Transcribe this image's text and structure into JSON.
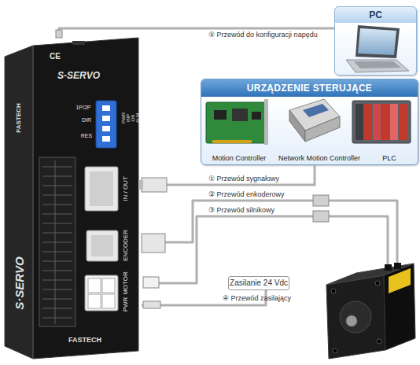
{
  "diagram": {
    "nodes": [
      {
        "text": [
          "PC"
        ]
      },
      {
        "text": [
          "URZĄDZENIE STERUJĄCE"
        ]
      },
      {
        "text": [
          "Motion Controller"
        ],
        "in": 1
      },
      {
        "text": [
          "Network Motion Controller"
        ],
        "in": 1
      },
      {
        "text": [
          "PLC"
        ],
        "in": 1
      },
      {
        "text": [
          "FASTECH",
          "S·SERVO",
          "CE",
          "S-SERVO",
          "1P/2P",
          "DIR",
          "RES",
          "PWR",
          "INP",
          "ON",
          "ALM",
          "IN / OUT",
          "ENCODER",
          "MOTOR",
          "PWR",
          "FASTECH"
        ]
      },
      {
        "text": [
          "Zasilanie 24 Vdc"
        ]
      }
    ],
    "edges": [
      {
        "from": 5,
        "to": 0,
        "label": "⑤ Przewód do konfiguracji napędu",
        "arrow": "none"
      },
      {
        "from": 5,
        "to": 1,
        "label": "① Przewód sygnałowy",
        "arrow": "none"
      },
      {
        "from": 5,
        "to": 6,
        "label": "④ Przewód zasilający",
        "arrow": "none"
      }
    ],
    "labels": [
      "② Przewód enkoderowy",
      "③ Przewód silnikowy"
    ]
  }
}
